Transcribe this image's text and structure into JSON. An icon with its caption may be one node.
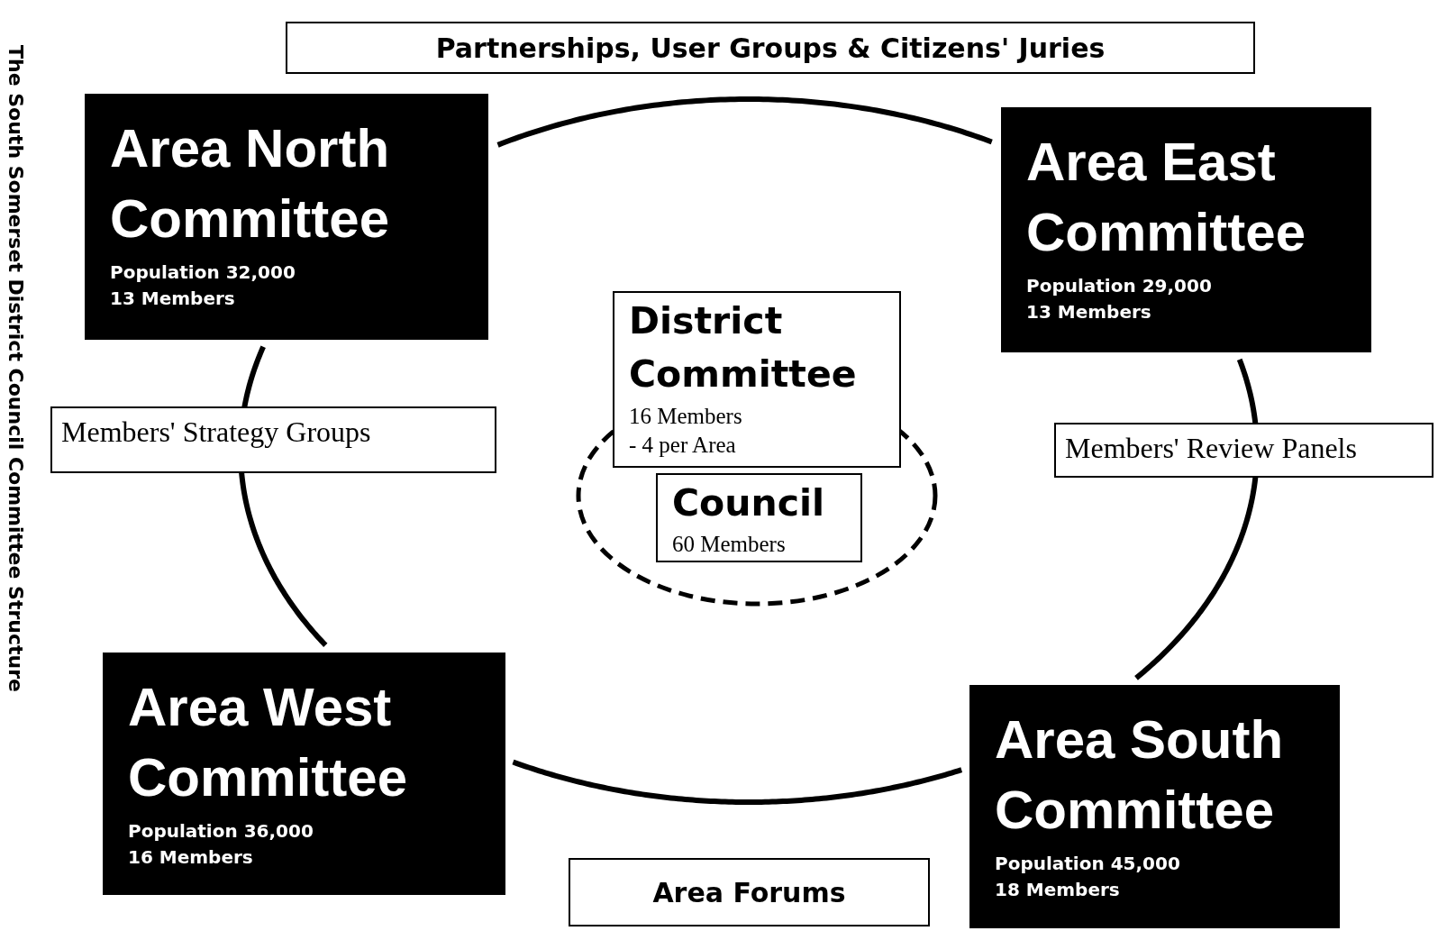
{
  "diagram": {
    "title": "The South Somerset District Council Committee Structure",
    "nodes": [
      {
        "text": [
          "Partnerships, User Groups & Citizens' Juries"
        ]
      },
      {
        "text": [
          "Area North Committee",
          "Population 32,000",
          "13 Members"
        ]
      },
      {
        "text": [
          "Area East Committee",
          "Population 29,000",
          "13 Members"
        ]
      },
      {
        "text": [
          "District Committee",
          "16 Members - 4 per Area"
        ]
      },
      {
        "text": [
          "Council",
          "60 Members"
        ]
      },
      {
        "text": [
          "Area West Committee",
          "Population 36,000",
          "16 Members"
        ]
      },
      {
        "text": [
          "Area South Committee",
          "Population 45,000",
          "18 Members"
        ]
      },
      {
        "text": [
          "Area Forums"
        ]
      }
    ],
    "edges": [
      {
        "from": 1,
        "to": 2,
        "arrow": "none"
      },
      {
        "from": 2,
        "to": 6,
        "arrow": "none",
        "label": "Members' Review Panels"
      },
      {
        "from": 6,
        "to": 5,
        "arrow": "none"
      },
      {
        "from": 5,
        "to": 1,
        "arrow": "none",
        "label": "Members' Strategy Groups"
      }
    ]
  }
}
